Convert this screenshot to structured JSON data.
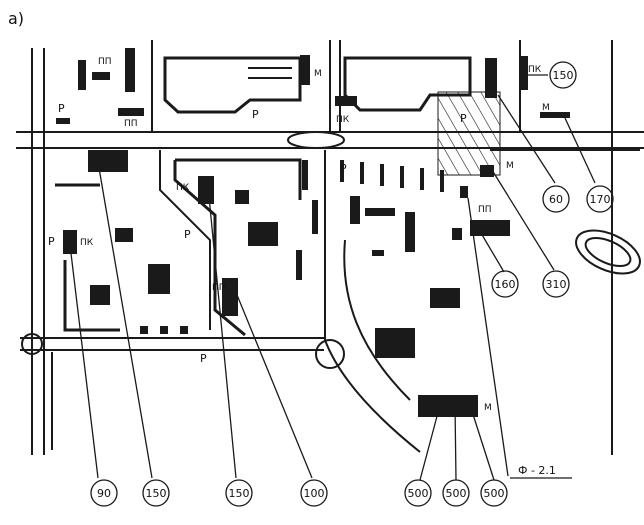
{
  "figure": {
    "panel_label": "а)",
    "colors": {
      "ink": "#1a1a1a",
      "paper": "#ffffff"
    }
  },
  "map_labels": {
    "pp": "ПП",
    "pk": "ПК",
    "p": "Р",
    "m": "М"
  },
  "callouts": [
    {
      "id": "c90",
      "label": "90"
    },
    {
      "id": "c150a",
      "label": "150"
    },
    {
      "id": "c150b",
      "label": "150"
    },
    {
      "id": "c100",
      "label": "100"
    },
    {
      "id": "c500a",
      "label": "500"
    },
    {
      "id": "c500b",
      "label": "500"
    },
    {
      "id": "c500c",
      "label": "500"
    },
    {
      "id": "c60",
      "label": "60"
    },
    {
      "id": "c170",
      "label": "170"
    },
    {
      "id": "c150c",
      "label": "150"
    },
    {
      "id": "c310",
      "label": "310"
    },
    {
      "id": "c160",
      "label": "160"
    }
  ],
  "legend_ref": {
    "label": "Ф - 2.1"
  }
}
